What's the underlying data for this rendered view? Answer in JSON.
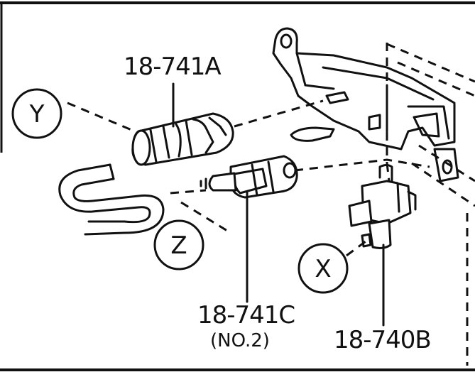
{
  "labels": {
    "part_18_741A": "18-741A",
    "part_18_741C": "18-741C",
    "part_18_741C_sub": "(NO.2)",
    "part_18_740B": "18-740B"
  },
  "callouts": {
    "y": "Y",
    "z": "Z",
    "x": "X"
  }
}
